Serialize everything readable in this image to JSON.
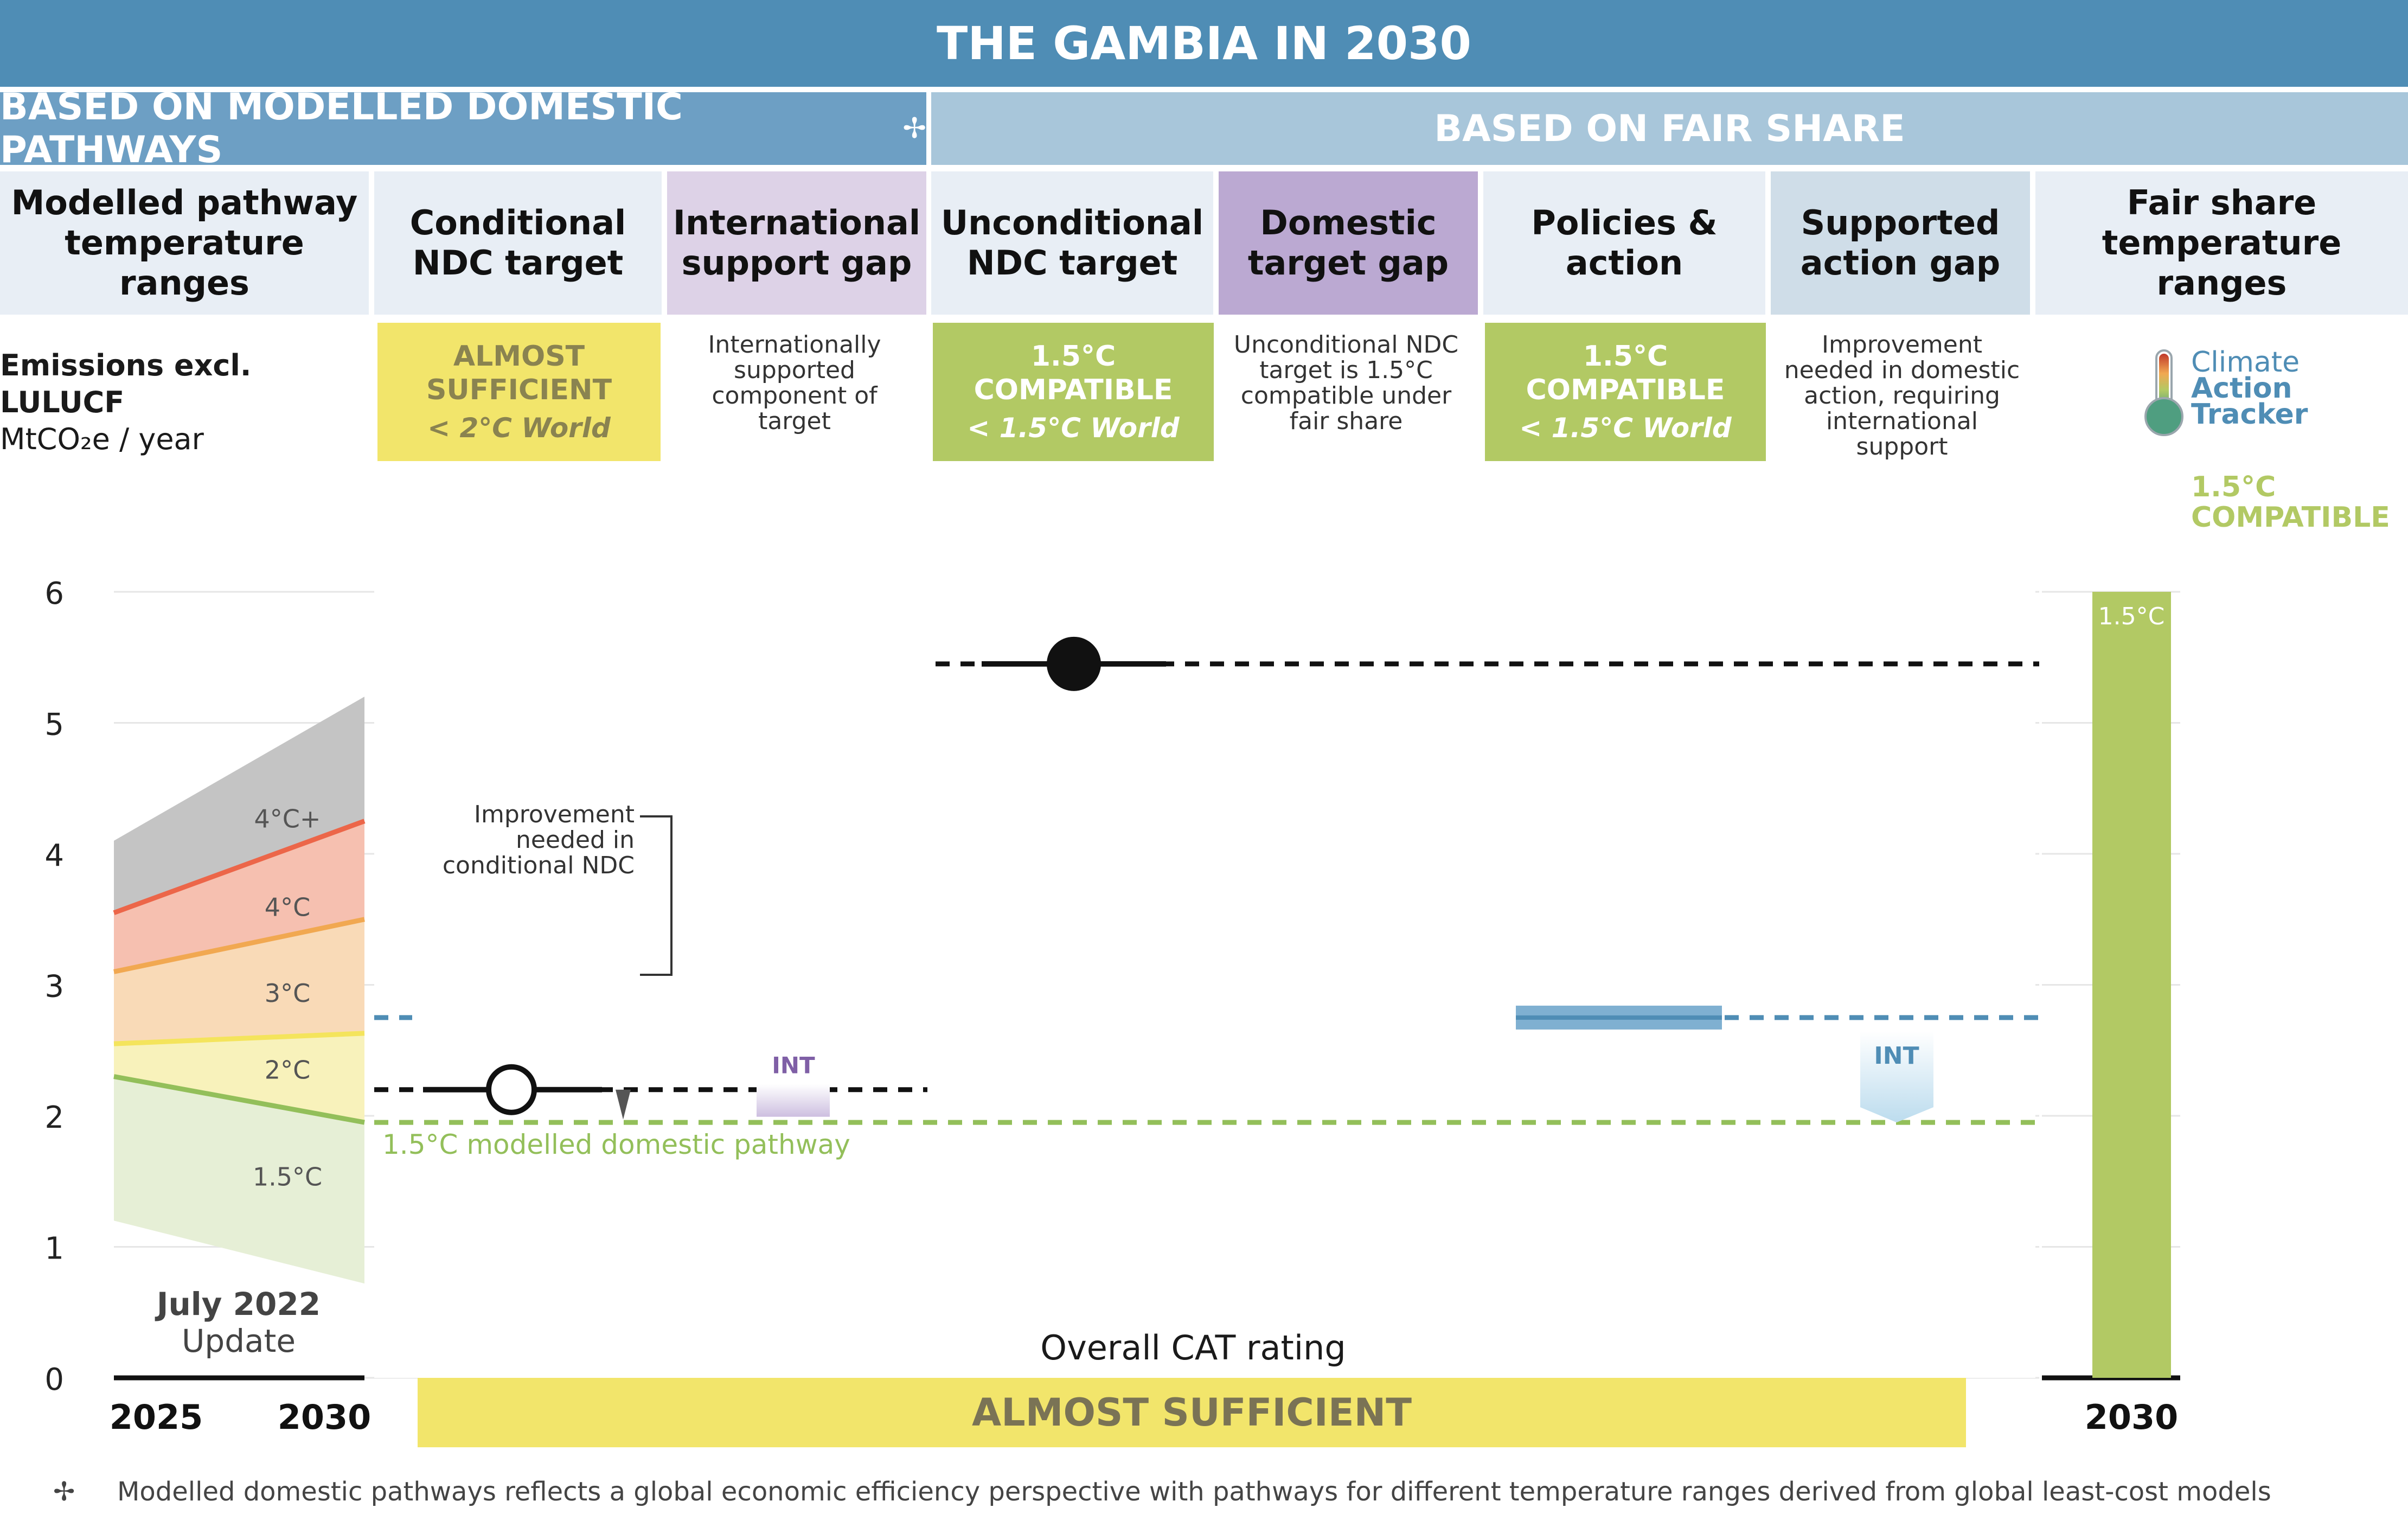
{
  "title": "THE GAMBIA IN 2030",
  "sections": {
    "modelled": "BASED ON MODELLED DOMESTIC PATHWAYS",
    "modelled_mark": "✢",
    "fair_share": "BASED ON FAIR SHARE"
  },
  "columns": [
    {
      "label": "Modelled pathway temperature ranges"
    },
    {
      "label": "Conditional NDC target"
    },
    {
      "label": "International support gap"
    },
    {
      "label": "Unconditional NDC target"
    },
    {
      "label": "Domestic target gap"
    },
    {
      "label": "Policies & action"
    },
    {
      "label": "Supported action gap"
    },
    {
      "label": "Fair share temperature ranges"
    }
  ],
  "ratings": {
    "conditional": {
      "label": "ALMOST SUFFICIENT",
      "sub": "< 2°C World"
    },
    "unconditional": {
      "label": "1.5°C COMPATIBLE",
      "sub": "< 1.5°C World"
    },
    "policies": {
      "label": "1.5°C COMPATIBLE",
      "sub": "< 1.5°C World"
    }
  },
  "notes": {
    "intl_support_gap": "Internationally supported component of target",
    "domestic_target_gap": "Unconditional NDC target is 1.5°C compatible under fair share",
    "supported_action_gap": "Improvement needed in domestic action, requiring international support",
    "improvement_conditional": "Improvement needed in conditional NDC"
  },
  "logo": {
    "line1": "Climate",
    "line2": "Action",
    "line3": "Tracker"
  },
  "fair_share_rating": {
    "line1": "1.5°C",
    "line2": "COMPATIBLE",
    "bar_label": "1.5°C"
  },
  "overall": {
    "caption": "Overall CAT rating",
    "label": "ALMOST SUFFICIENT"
  },
  "update": {
    "line1": "July 2022",
    "line2": "Update"
  },
  "footnote": {
    "mark": "✢",
    "text": "Modelled domestic pathways reflects a global economic efficiency perspective with pathways for different temperature ranges derived from global least-cost models"
  },
  "colors": {
    "title_bg": "#4f8db5",
    "section_modelled_bg": "#6d9fc4",
    "section_fair_bg": "#a8c6da",
    "col_header_bg": "#e8eef5",
    "intl_gap_bg": "#ddd2e7",
    "domestic_gap_bg": "#bba9d2",
    "supported_gap_bg": "#cfdde8",
    "almost_sufficient": "#f2e56b",
    "compatible_15": "#b2c964",
    "band_4plus": "#c4c4c4",
    "band_4": "#f6c0b0",
    "band_3": "#f9dab7",
    "band_2": "#f8f2bb",
    "band_15": "#e6efd6",
    "line_4": "#ec6649",
    "line_3": "#f1a851",
    "line_2": "#f4e45c",
    "line_15": "#93bf5a",
    "policy_blue": "#4f8db5",
    "int_purple": "#7f5fa6"
  },
  "chart_data": {
    "type": "range",
    "ylabel_line1": "Emissions excl. LULUCF",
    "ylabel_line2": "MtCO₂e / year",
    "yticks": [
      "0",
      "1",
      "2",
      "3",
      "4",
      "5",
      "6"
    ],
    "xticks_left": [
      "2025",
      "2030"
    ],
    "xtick_right": "2030",
    "bands": [
      {
        "name": "4°C+",
        "y2025": [
          3.55,
          4.1
        ],
        "y2030": [
          4.25,
          5.2
        ]
      },
      {
        "name": "4°C",
        "y2025": [
          3.1,
          3.55
        ],
        "y2030": [
          3.5,
          4.25
        ]
      },
      {
        "name": "3°C",
        "y2025": [
          2.55,
          3.1
        ],
        "y2030": [
          2.63,
          3.5
        ]
      },
      {
        "name": "2°C",
        "y2025": [
          2.3,
          2.55
        ],
        "y2030": [
          1.95,
          2.63
        ]
      },
      {
        "name": "1.5°C",
        "y2025": [
          1.2,
          2.3
        ],
        "y2030": [
          0.72,
          1.95
        ]
      }
    ],
    "conditional_ndc": 2.2,
    "unconditional_ndc": 5.45,
    "current_policy": 2.75,
    "modelled_15_pathway": 1.95,
    "modelled_15_pathway_label": "1.5°C modelled domestic pathway",
    "int_label": "INT",
    "fair_share_15_top": 6.0
  }
}
